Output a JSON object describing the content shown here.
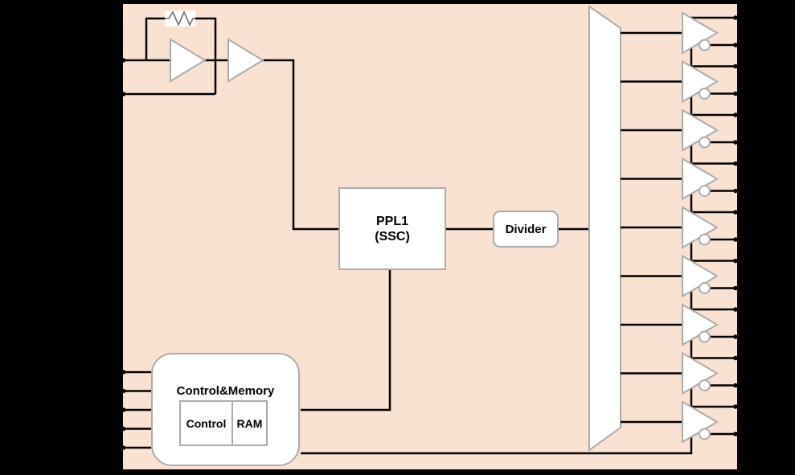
{
  "diagram": {
    "background_color": "#000000",
    "chip": {
      "body_fill": "#FAE2D2",
      "outline_color": "#000000",
      "wire_color": "#000000",
      "block_fill": "#FFFFFF",
      "block_border_color": "#ABABAB"
    },
    "blocks": {
      "pll": {
        "line1": "PPL1",
        "line2": "(SSC)"
      },
      "divider": {
        "label": "Divider"
      },
      "control_memory": {
        "title": "Control&Memory",
        "cells": [
          "Control",
          "RAM"
        ]
      }
    },
    "oscillator": {
      "input_pin_count": 2,
      "amp_count": 2,
      "feedback_resistor": "resistor-zigzag"
    },
    "control_pins": {
      "left_pin_count": 5
    },
    "outputs": {
      "buffer_count": 9,
      "pins_per_buffer": 2,
      "has_inverted_output": true
    }
  }
}
